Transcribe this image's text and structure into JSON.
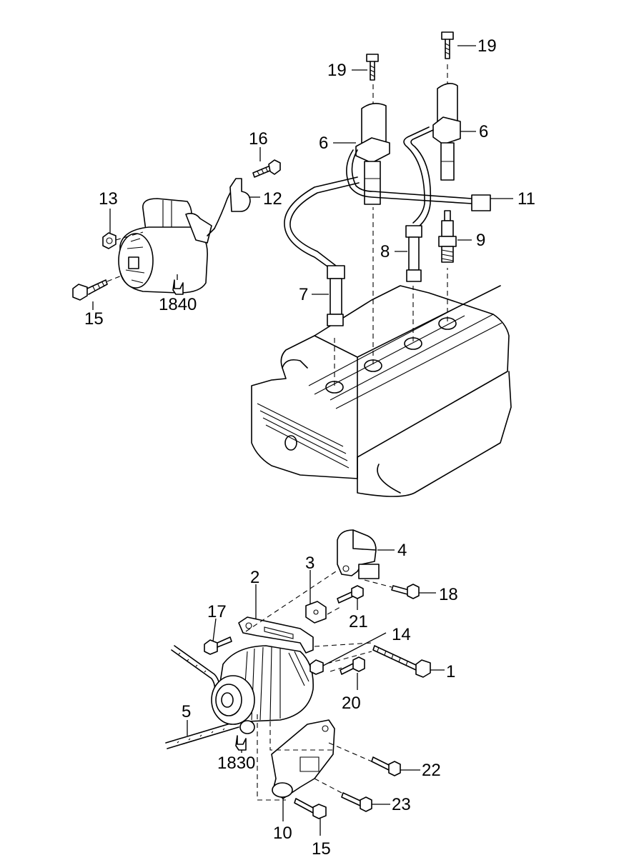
{
  "callouts": {
    "c1": "1",
    "c2": "2",
    "c3": "3",
    "c4": "4",
    "c5": "5",
    "c6a": "6",
    "c6b": "6",
    "c7": "7",
    "c8": "8",
    "c9": "9",
    "c10": "10",
    "c11": "11",
    "c12": "12",
    "c13": "13",
    "c14": "14",
    "c15a": "15",
    "c15b": "15",
    "c16": "16",
    "c17": "17",
    "c18": "18",
    "c19a": "19",
    "c19b": "19",
    "c20": "20",
    "c21": "21",
    "c22": "22",
    "c23": "23",
    "ref_starter": "1840",
    "ref_alternator": "1830"
  },
  "icons": {
    "reference_marker": "hand-pointer-icon"
  }
}
